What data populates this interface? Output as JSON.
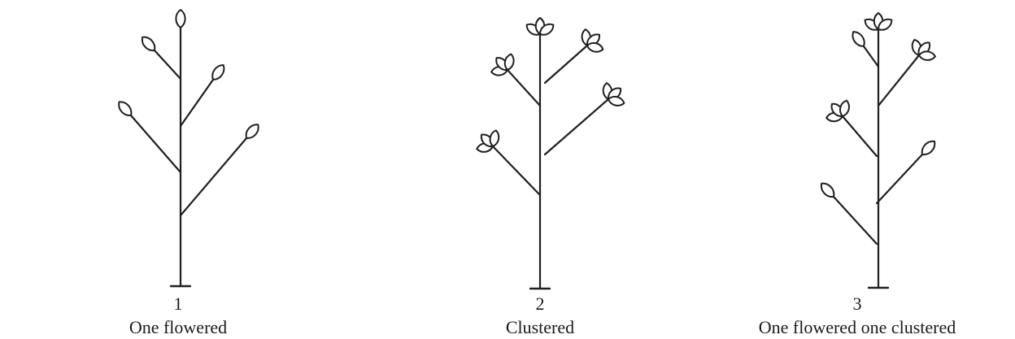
{
  "figure": {
    "panels": [
      {
        "number": "1",
        "label": "One flowered",
        "flower_types": [
          "single",
          "single",
          "single",
          "single",
          "single"
        ]
      },
      {
        "number": "2",
        "label": "Clustered",
        "flower_types": [
          "cluster",
          "cluster",
          "cluster",
          "cluster",
          "cluster"
        ]
      },
      {
        "number": "3",
        "label": "One flowered one clustered",
        "flower_types": [
          "cluster",
          "single",
          "cluster",
          "cluster",
          "single",
          "single"
        ]
      }
    ]
  },
  "colors": {
    "line": "#1f1f1f",
    "background": "#ffffff"
  }
}
